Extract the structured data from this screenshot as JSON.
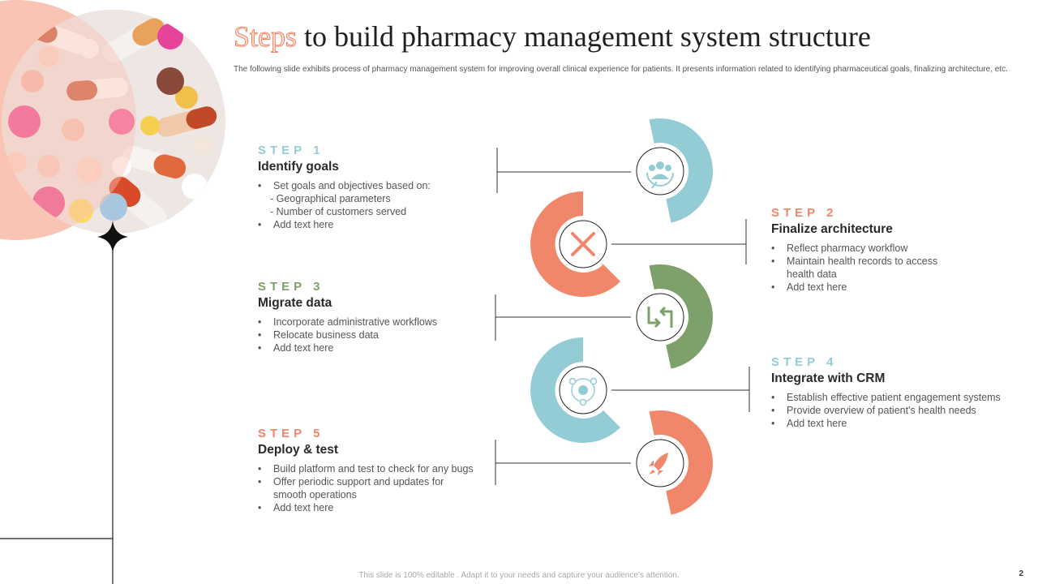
{
  "title": {
    "highlight": "Steps",
    "rest": " to build pharmacy management system structure"
  },
  "subtitle": "The following slide exhibits process of pharmacy management system for improving overall clinical experience for patients. It presents information related to identifying pharmaceutical goals, finalizing architecture, etc.",
  "steps": [
    {
      "label": "STEP 1",
      "heading": "Identify goals",
      "items": [
        "Set goals and objectives based on:",
        "- Geographical parameters",
        "- Number of customers served",
        "Add text here"
      ]
    },
    {
      "label": "STEP 2",
      "heading": "Finalize architecture",
      "items": [
        "Reflect pharmacy workflow",
        "Maintain health records to access health data",
        "Add text here"
      ]
    },
    {
      "label": "STEP 3",
      "heading": "Migrate data",
      "items": [
        "Incorporate administrative workflows",
        "Relocate business data",
        "Add text here"
      ]
    },
    {
      "label": "STEP 4",
      "heading": "Integrate with CRM",
      "items": [
        "Establish effective patient engagement systems",
        "Provide overview of patient's health needs",
        "Add text here"
      ]
    },
    {
      "label": "STEP 5",
      "heading": "Deploy & test",
      "items": [
        "Build platform and test to check for any bugs",
        "Offer periodic support and updates for smooth operations",
        "Add text here"
      ]
    }
  ],
  "icons": [
    "team-icon",
    "tools-icon",
    "transfer-arrows-icon",
    "network-icon",
    "rocket-icon"
  ],
  "colors": {
    "blue": "#94ccd6",
    "orange": "#f0876a",
    "green": "#7ea06a",
    "peach": "#f9c4b3"
  },
  "footer": "This slide is 100% editable . Adapt it to your needs and capture your audience's attention.",
  "page_number": "2"
}
